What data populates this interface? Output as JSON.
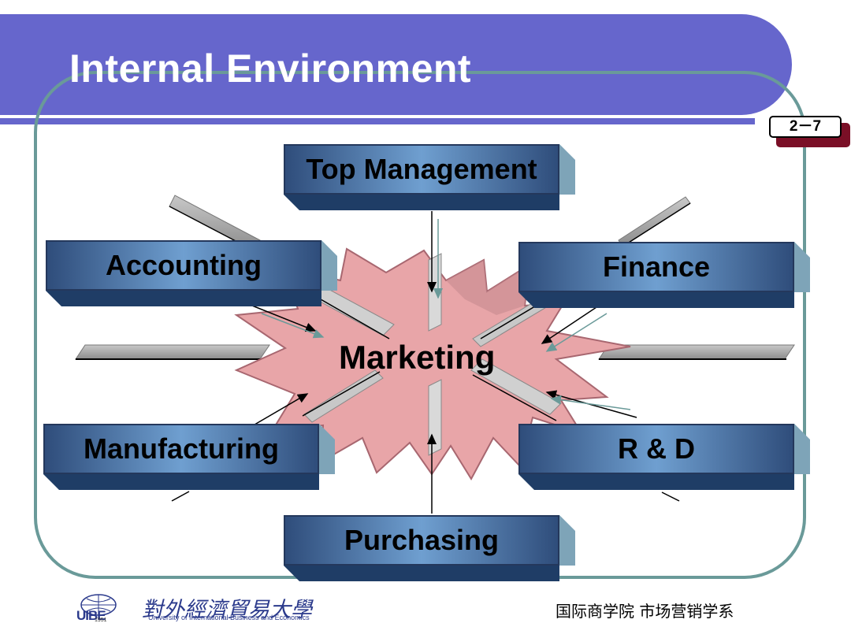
{
  "slide": {
    "title": "Internal Environment",
    "page_number": "2－7"
  },
  "diagram": {
    "center": "Marketing",
    "departments": {
      "top": "Top Management",
      "accounting": "Accounting",
      "finance": "Finance",
      "manufacturing": "Manufacturing",
      "rd": "R & D",
      "purchasing": "Purchasing"
    }
  },
  "footer": {
    "logo_text": "UIBE",
    "logo_year": "1951",
    "university_cn": "對外經濟貿易大學",
    "university_en": "University of International Business and Economics",
    "department_cn": "国际商学院 市场营销学系"
  },
  "colors": {
    "header": "#6666cc",
    "frame": "#6a9a99",
    "box_dark": "#2f4d7b",
    "box_light": "#6f9fd0",
    "star": "#e8a5a8",
    "page_tab_shadow": "#7a0f26"
  }
}
